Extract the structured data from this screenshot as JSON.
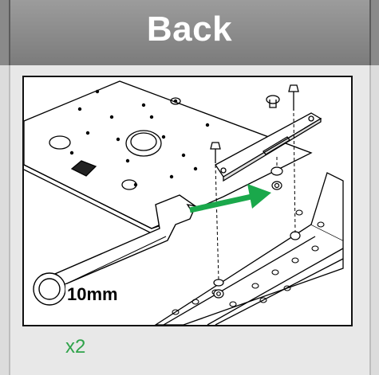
{
  "header": {
    "title": "Back"
  },
  "figure": {
    "tool_label": "10mm",
    "quantity": "x2",
    "arrow_color": "#1aa84b",
    "quantity_color": "#2fa34a"
  }
}
